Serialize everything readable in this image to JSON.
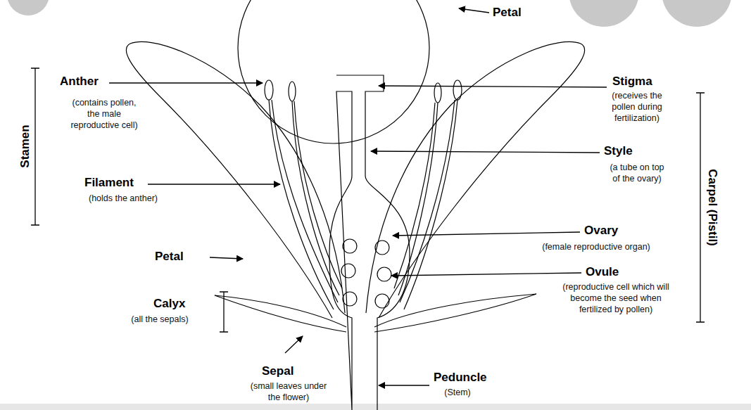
{
  "diagram": {
    "labels": [
      "Petal",
      "Anther",
      "(contains pollen, the male reproductive cell)",
      "Stamen",
      "Stigma",
      "(receives the pollen during fertilization)",
      "Style",
      "(a tube on top of the ovary)",
      "Carpel (Pistil)",
      "Filament",
      "(holds the anther)",
      "Ovary",
      "(female reproductive organ)",
      "Petal",
      "Ovule",
      "(reproductive cell which will become the seed when fertilized by pollen)",
      "Calyx",
      "(all the sepals)",
      "Sepal",
      "(small leaves under the flower)",
      "Peduncle",
      "(Stem)"
    ]
  }
}
